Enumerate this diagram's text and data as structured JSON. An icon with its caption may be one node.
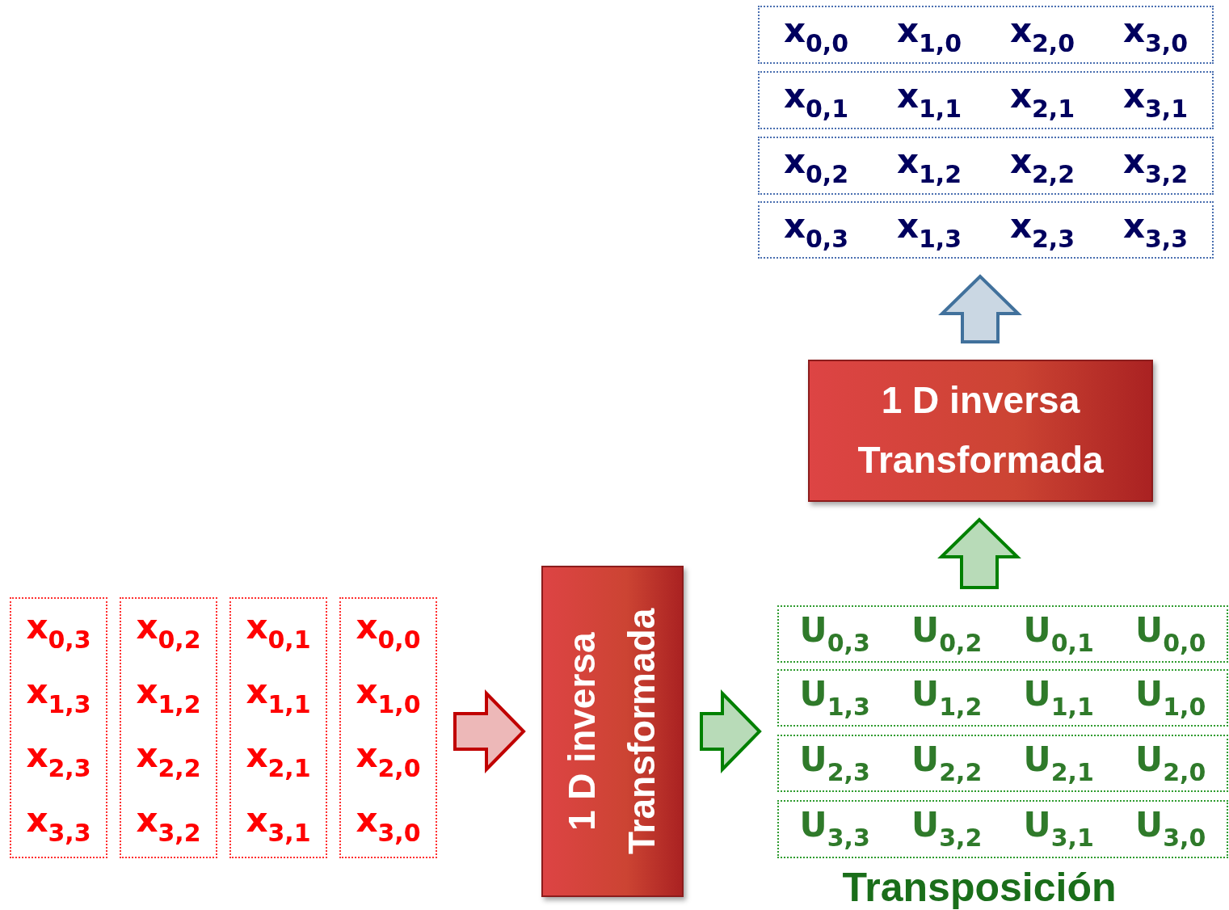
{
  "diagram": {
    "nodes": [
      {
        "text": [
          "x$_{0,3}$",
          "x$_{1,3}$",
          "x$_{2,3}$",
          "x$_{3,3}$"
        ]
      },
      {
        "text": [
          "x$_{0,2}$",
          "x$_{1,2}$",
          "x$_{2,2}$",
          "x$_{3,2}$"
        ]
      },
      {
        "text": [
          "x$_{0,1}$",
          "x$_{1,1}$",
          "x$_{2,1}$",
          "x$_{3,1}$"
        ]
      },
      {
        "text": [
          "x$_{0,0}$",
          "x$_{1,0}$",
          "x$_{2,0}$",
          "x$_{3,0}$"
        ]
      },
      {
        "text": [
          "1 D inversa Transformada"
        ]
      },
      {
        "text": [
          "U$_{0,3}$",
          "U$_{0,2}$",
          "U$_{0,1}$",
          "U$_{0,0}$"
        ]
      },
      {
        "text": [
          "U$_{1,3}$",
          "U$_{1,2}$",
          "U$_{1,1}$",
          "U$_{1,0}$"
        ]
      },
      {
        "text": [
          "U$_{2,3}$",
          "U$_{2,2}$",
          "U$_{2,1}$",
          "U$_{2,0}$"
        ]
      },
      {
        "text": [
          "U$_{3,3}$",
          "U$_{3,2}$",
          "U$_{3,1}$",
          "U$_{3,0}$"
        ]
      },
      {
        "text": [
          "1 D inversa Transformada"
        ]
      },
      {
        "text": [
          "x$_{0,0}$",
          "x$_{1,0}$",
          "x$_{2,0}$",
          "x$_{3,0}$"
        ]
      },
      {
        "text": [
          "x$_{0,1}$",
          "x$_{1,1}$",
          "x$_{2,1}$",
          "x$_{3,1}$"
        ]
      },
      {
        "text": [
          "x$_{0,2}$",
          "x$_{1,2}$",
          "x$_{2,2}$",
          "x$_{3,2}$"
        ]
      },
      {
        "text": [
          "x$_{0,3}$",
          "x$_{1,3}$",
          "x$_{2,3}$",
          "x$_{3,3}$"
        ]
      }
    ],
    "edges": [
      {
        "from": 3,
        "to": 4,
        "arrow": "to",
        "color": "#c00000"
      },
      {
        "from": 4,
        "to": 6,
        "arrow": "to",
        "color": "#008000"
      },
      {
        "from": 5,
        "to": 9,
        "arrow": "to",
        "color": "#008000"
      },
      {
        "from": 9,
        "to": 13,
        "arrow": "to",
        "color": "#41719c"
      }
    ],
    "labels": [
      "Transposición"
    ]
  }
}
